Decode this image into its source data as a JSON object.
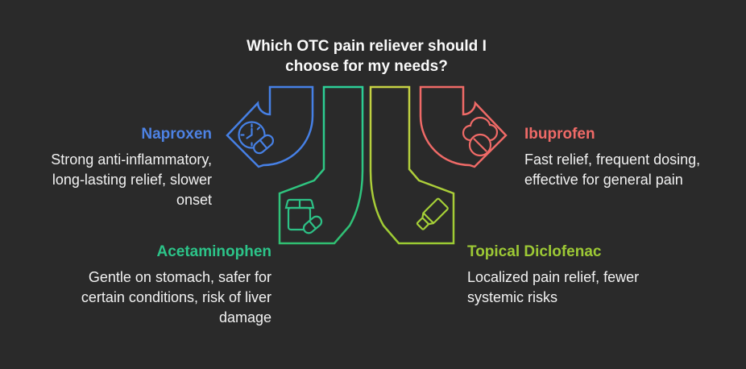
{
  "title": {
    "line1": "Which OTC pain reliever should I",
    "line2": "choose for my needs?"
  },
  "options": [
    {
      "name": "Naproxen",
      "description": "Strong anti-inflammatory, long-lasting relief, slower onset",
      "color": "#4d82e4",
      "arrow_direction": "left",
      "icon": "clock-and-capsule"
    },
    {
      "name": "Ibuprofen",
      "description": "Fast relief, frequent dosing, effective for general pain",
      "color": "#ef6a67",
      "arrow_direction": "right",
      "icon": "cloud-and-tablet"
    },
    {
      "name": "Acetaminophen",
      "description": "Gentle on stomach, safer for certain conditions, risk of liver damage",
      "color": "#2cc489",
      "arrow_direction": "down-left",
      "icon": "medicine-box-and-capsule"
    },
    {
      "name": "Topical Diclofenac",
      "description": "Localized pain relief, fewer systemic risks",
      "color": "#9dc935",
      "arrow_direction": "down-right",
      "icon": "topical-tube"
    }
  ],
  "colors": {
    "background": "#2a2a2a",
    "text": "#f2f2f2",
    "naproxen_blue": "#4d82e4",
    "ibuprofen_red": "#ef6a67",
    "acetaminophen_green": "#2cc489",
    "diclofenac_yellow_green": "#9dc935"
  }
}
